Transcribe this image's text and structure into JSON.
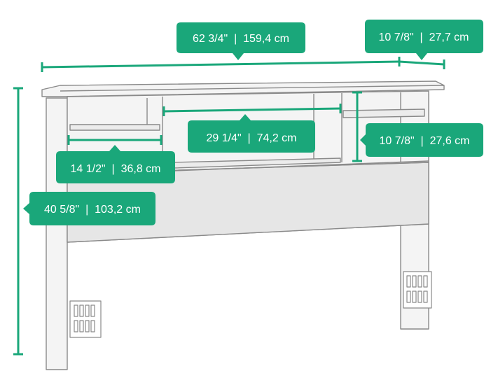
{
  "colors": {
    "accent": "#1aa77a",
    "dim_line": "#1aa77a",
    "outline": "#8a8a8a",
    "panel": "#f4f4f4",
    "shade": "#e6e6e6",
    "label_text": "#ffffff"
  },
  "dimensions": {
    "overall_width": "62 3/4\"  |  159,4 cm",
    "overall_depth": "10 7/8\"  |  27,7 cm",
    "middle_opening_width": "29 1/4\"  |  74,2 cm",
    "side_cubby_width": "14 1/2\"  |  36,8 cm",
    "opening_height": "10 7/8\"  |  27,6 cm",
    "overall_height": "40 5/8\"  |  103,2 cm"
  },
  "icons": [
    "vent-icon-left",
    "vent-icon-right"
  ]
}
